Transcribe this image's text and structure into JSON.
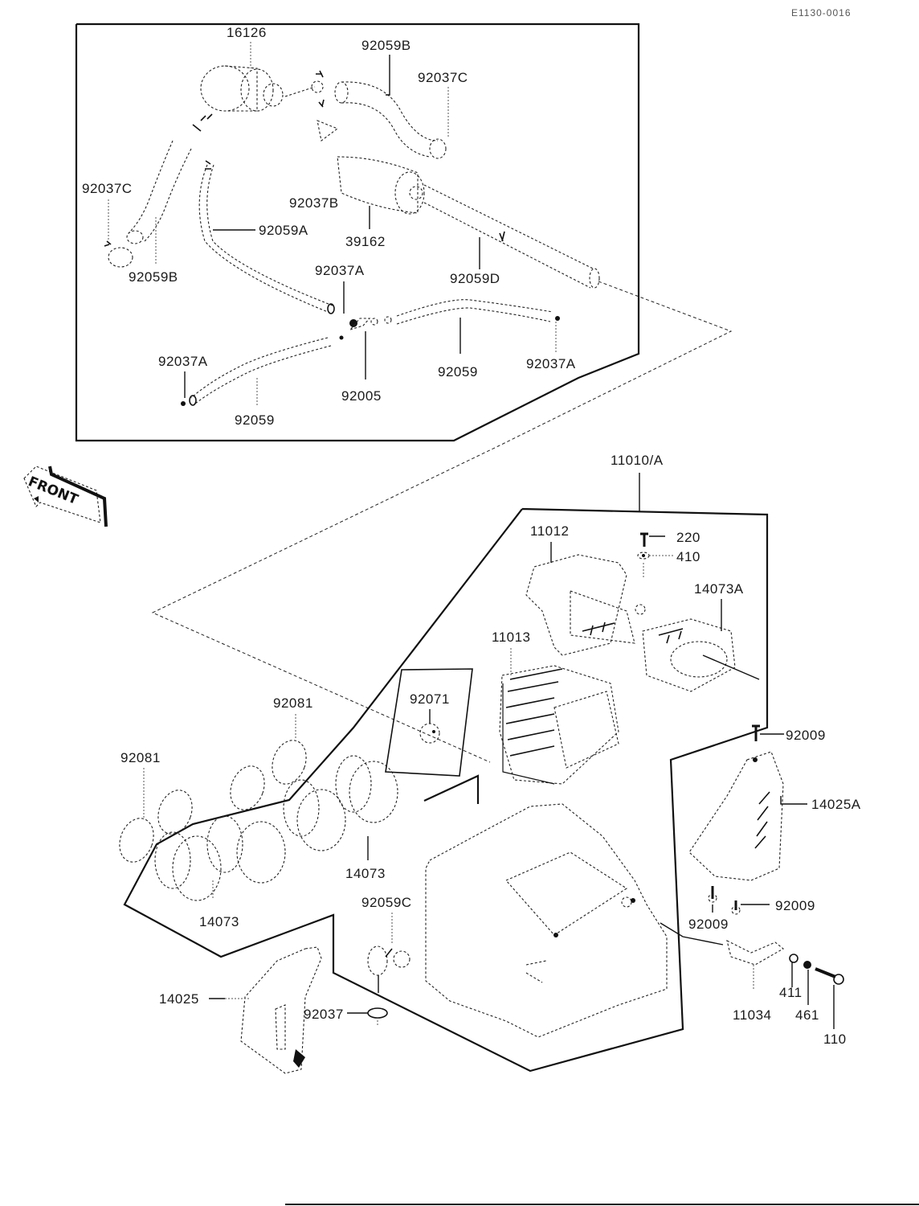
{
  "document": {
    "reference_code": "E1130-0016",
    "type": "exploded parts diagram",
    "subject": "Air cleaner / intake assembly"
  },
  "orientation_marker": {
    "label": "FRONT"
  },
  "upper_group": {
    "labels": [
      {
        "id": "u1",
        "text": "16126"
      },
      {
        "id": "u2",
        "text": "92059B"
      },
      {
        "id": "u3",
        "text": "92037C"
      },
      {
        "id": "u4",
        "text": "92037C"
      },
      {
        "id": "u5",
        "text": "92037B"
      },
      {
        "id": "u6",
        "text": "92059A"
      },
      {
        "id": "u7",
        "text": "39162"
      },
      {
        "id": "u8",
        "text": "92059B"
      },
      {
        "id": "u9",
        "text": "92037A"
      },
      {
        "id": "u10",
        "text": "92059D"
      },
      {
        "id": "u11",
        "text": "92037A"
      },
      {
        "id": "u12",
        "text": "92005"
      },
      {
        "id": "u13",
        "text": "92059"
      },
      {
        "id": "u14",
        "text": "92037A"
      },
      {
        "id": "u15",
        "text": "92059"
      }
    ]
  },
  "lower_group": {
    "labels": [
      {
        "id": "l1",
        "text": "11010/A"
      },
      {
        "id": "l2",
        "text": "11012"
      },
      {
        "id": "l3",
        "text": "220"
      },
      {
        "id": "l4",
        "text": "410"
      },
      {
        "id": "l5",
        "text": "14073A"
      },
      {
        "id": "l6",
        "text": "11013"
      },
      {
        "id": "l7",
        "text": "92071"
      },
      {
        "id": "l8",
        "text": "92081"
      },
      {
        "id": "l9",
        "text": "92081"
      },
      {
        "id": "l10",
        "text": "92009"
      },
      {
        "id": "l11",
        "text": "14025A"
      },
      {
        "id": "l12",
        "text": "14073"
      },
      {
        "id": "l13",
        "text": "14073"
      },
      {
        "id": "l14",
        "text": "92059C"
      },
      {
        "id": "l15",
        "text": "92009"
      },
      {
        "id": "l16",
        "text": "92009"
      },
      {
        "id": "l17",
        "text": "14025"
      },
      {
        "id": "l18",
        "text": "92037"
      },
      {
        "id": "l19",
        "text": "11034"
      },
      {
        "id": "l20",
        "text": "411"
      },
      {
        "id": "l21",
        "text": "461"
      },
      {
        "id": "l22",
        "text": "110"
      }
    ]
  }
}
